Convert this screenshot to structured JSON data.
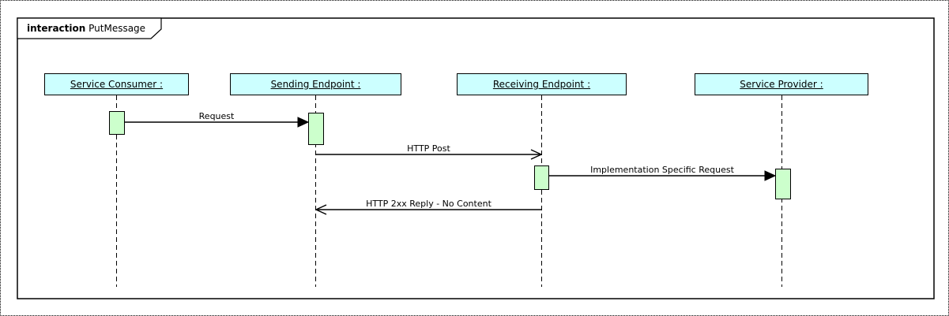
{
  "frame": {
    "keyword": "interaction",
    "name": "PutMessage"
  },
  "lifelines": [
    {
      "label": "Service Consumer :"
    },
    {
      "label": "Sending Endpoint :"
    },
    {
      "label": "Receiving Endpoint :"
    },
    {
      "label": "Service Provider :"
    }
  ],
  "messages": [
    {
      "label": "Request",
      "from": "Service Consumer",
      "to": "Sending Endpoint",
      "arrow": "sync-filled"
    },
    {
      "label": "HTTP Post",
      "from": "Sending Endpoint",
      "to": "Receiving Endpoint",
      "arrow": "async-open"
    },
    {
      "label": "Implementation Specific Request",
      "from": "Receiving Endpoint",
      "to": "Service Provider",
      "arrow": "sync-filled"
    },
    {
      "label": "HTTP 2xx Reply - No Content",
      "from": "Receiving Endpoint",
      "to": "Sending Endpoint",
      "arrow": "async-open"
    }
  ],
  "colors": {
    "lifeline_head_fill": "#ccffff",
    "activation_fill": "#ccffcc",
    "line_color": "#000000",
    "background": "#ffffff"
  }
}
